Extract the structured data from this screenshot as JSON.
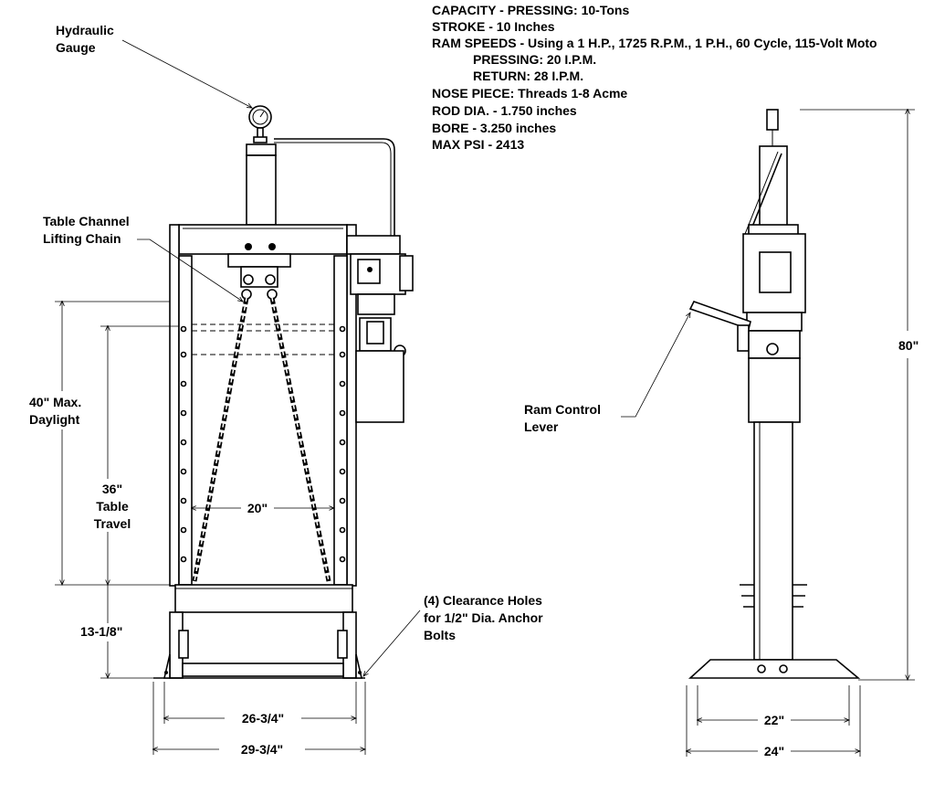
{
  "specs": {
    "line1": "CAPACITY - PRESSING: 10-Tons",
    "line2": "STROKE - 10 Inches",
    "line3": "RAM SPEEDS - Using a 1 H.P., 1725 R.P.M., 1 P.H., 60 Cycle, 115-Volt Moto",
    "line4": "PRESSING: 20 I.P.M.",
    "line5": "RETURN: 28 I.P.M.",
    "line6": "NOSE PIECE: Threads 1-8 Acme",
    "line7": "ROD DIA. - 1.750 inches",
    "line8": "BORE - 3.250 inches",
    "line9": "MAX PSI - 2413"
  },
  "labels": {
    "gauge_line1": "Hydraulic",
    "gauge_line2": "Gauge",
    "chain_line1": "Table Channel",
    "chain_line2": "Lifting Chain",
    "daylight_line1": "40\" Max.",
    "daylight_line2": "Daylight",
    "travel_line1": "36\"",
    "travel_line2": "Table",
    "travel_line3": "Travel",
    "inner_width": "20\"",
    "base_height": "13-1/8\"",
    "holes_line1": "(4) Clearance Holes",
    "holes_line2": "for 1/2\" Dia. Anchor",
    "holes_line3": "Bolts",
    "front_width_inner": "26-3/4\"",
    "front_width_outer": "29-3/4\"",
    "lever_line1": "Ram Control",
    "lever_line2": "Lever",
    "overall_height": "80\"",
    "side_width_inner": "22\"",
    "side_width_outer": "24\""
  }
}
